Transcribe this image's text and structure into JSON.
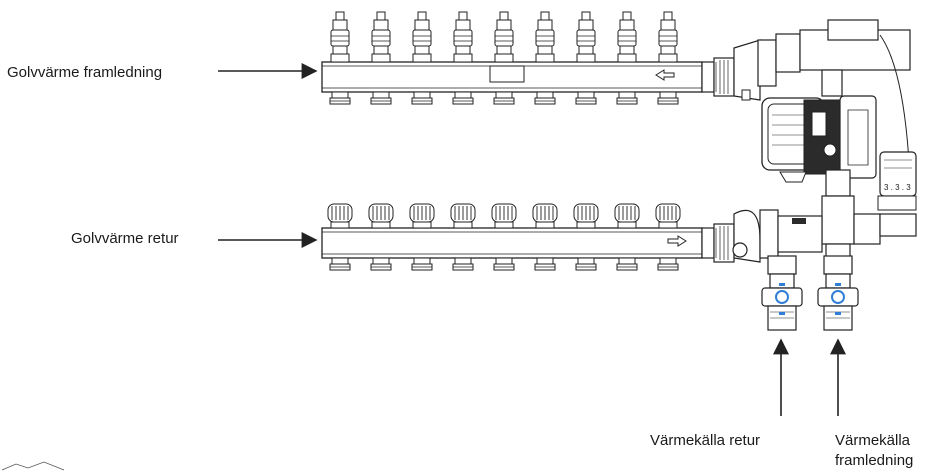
{
  "labels": {
    "supply_manifold": "Golvvärme framledning",
    "return_manifold": "Golvvärme retur",
    "heat_source_return": "Värmekälla retur",
    "heat_source_supply_line1": "Värmekälla",
    "heat_source_supply_line2": "framledning",
    "thermometer_scale": "3 . 3 . 3"
  },
  "manifold": {
    "circuits": 9
  },
  "colors": {
    "line": "#222222",
    "accent": "#29a3d9",
    "valve_blue": "#2f7fd6",
    "pump_dark": "#2b2b2b"
  }
}
